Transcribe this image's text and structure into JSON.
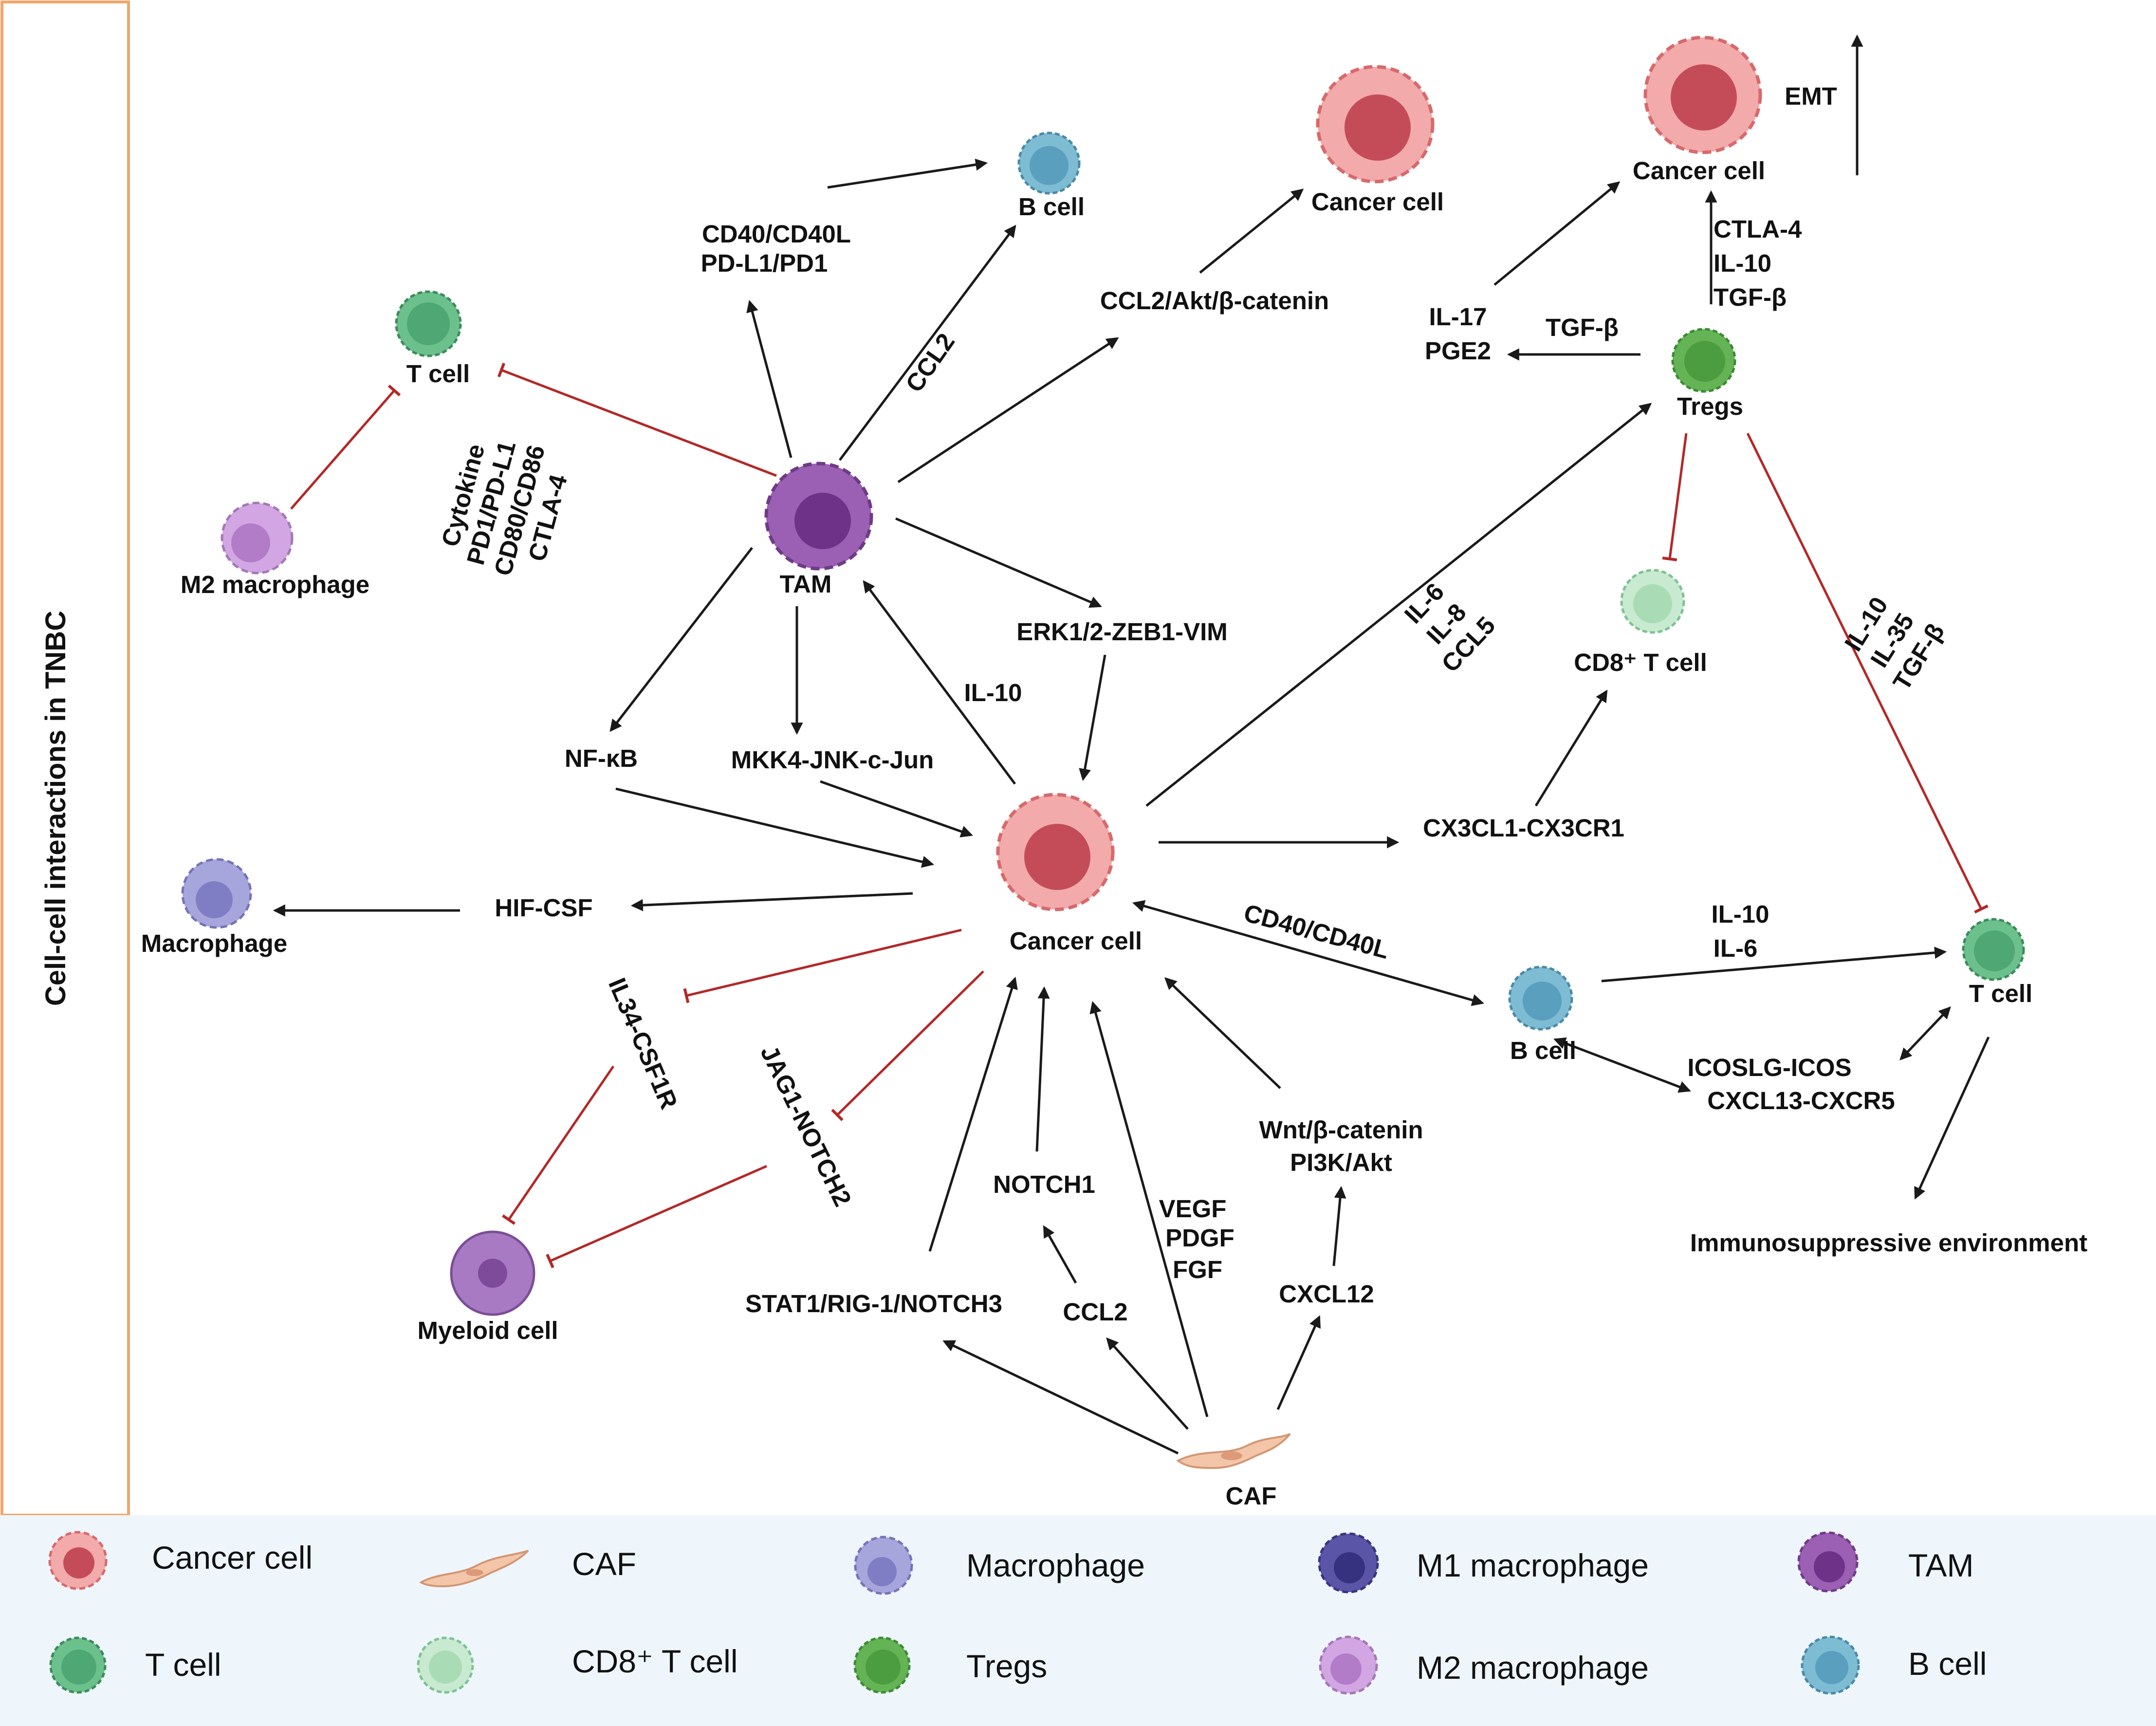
{
  "side_title": "Cell-cell interactions in TNBC",
  "colors": {
    "cancer": "#e8888a",
    "cancer_nucleus": "#b84750",
    "t_cell": "#6cc08c",
    "cd8": "#b9e3bf",
    "tregs": "#64b456",
    "b_cell": "#7ebcd4",
    "macrophage": "#a7a6dc",
    "m1": "#5a55a6",
    "m2": "#d2a6e2",
    "tam": "#9b5fb3",
    "myeloid": "#a97ac4",
    "caf": "#f4c6a9",
    "inhibit": "#b42828",
    "sidebar_border": "#f0a66d",
    "legend_bg": "#eef6fc"
  },
  "nodes": {
    "t_cell_top": "T cell",
    "m2_macrophage": "M2 macrophage",
    "tam": "TAM",
    "b_cell_top": "B cell",
    "cancer_top": "Cancer cell",
    "cancer_right": "Cancer cell",
    "tregs": "Tregs",
    "cd8_t_cell": "CD8⁺ T cell",
    "cancer_center": "Cancer cell",
    "macrophage": "Macrophage",
    "myeloid_cell": "Myeloid cell",
    "b_cell_mid": "B cell",
    "t_cell_right": "T cell",
    "caf": "CAF",
    "immunosuppressive": "Immunosuppressive environment"
  },
  "labels": {
    "emt": "EMT",
    "cd40_tam": [
      "CD40/CD40L",
      "PD-L1/PD1"
    ],
    "ccl2_akt": "CCL2/Akt/β-catenin",
    "ctla_tregs": [
      "CTLA-4",
      "IL-10",
      "TGF-β"
    ],
    "il17": [
      "IL-17",
      "PGE2"
    ],
    "tgfb_tregs": "TGF-β",
    "ccl2_tam": "CCL2",
    "cytokine": [
      "Cytokine",
      "PD1/PD-L1",
      "CD80/CD86",
      "CTLA-4"
    ],
    "il6_group": [
      "IL-6",
      "IL-8",
      "CCL5"
    ],
    "il10_group": [
      "IL-10",
      "IL-35",
      "TGF-β"
    ],
    "erk": "ERK1/2-ZEB1-VIM",
    "il10_tam": "IL-10",
    "nfkb": "NF-κB",
    "mkk4": "MKK4-JNK-c-Jun",
    "cx3cl1": "CX3CL1-CX3CR1",
    "hif": "HIF-CSF",
    "cd40_b": "CD40/CD40L",
    "il10_b": [
      "IL-10",
      "IL-6"
    ],
    "il34": "IL34-CSF1R",
    "jag1": "JAG1-NOTCH2",
    "icoslg": [
      "ICOSLG-ICOS",
      "CXCL13-CXCR5"
    ],
    "wnt": [
      "Wnt/β-catenin",
      "PI3K/Akt"
    ],
    "notch1": "NOTCH1",
    "vegf": [
      "VEGF",
      "PDGF",
      "FGF"
    ],
    "stat1": "STAT1/RIG-1/NOTCH3",
    "ccl2_caf": "CCL2",
    "cxcl12": "CXCL12"
  },
  "legend": [
    {
      "label": "Cancer cell",
      "icon": "cancer-cell-icon"
    },
    {
      "label": "CAF",
      "icon": "caf-icon"
    },
    {
      "label": "Macrophage",
      "icon": "macrophage-icon"
    },
    {
      "label": "M1 macrophage",
      "icon": "m1-macrophage-icon"
    },
    {
      "label": "TAM",
      "icon": "tam-icon"
    },
    {
      "label": "T cell",
      "icon": "t-cell-icon"
    },
    {
      "label": "CD8⁺ T cell",
      "icon": "cd8-t-cell-icon"
    },
    {
      "label": "Tregs",
      "icon": "tregs-icon"
    },
    {
      "label": "M2 macrophage",
      "icon": "m2-macrophage-icon"
    },
    {
      "label": "B cell",
      "icon": "b-cell-icon"
    }
  ]
}
